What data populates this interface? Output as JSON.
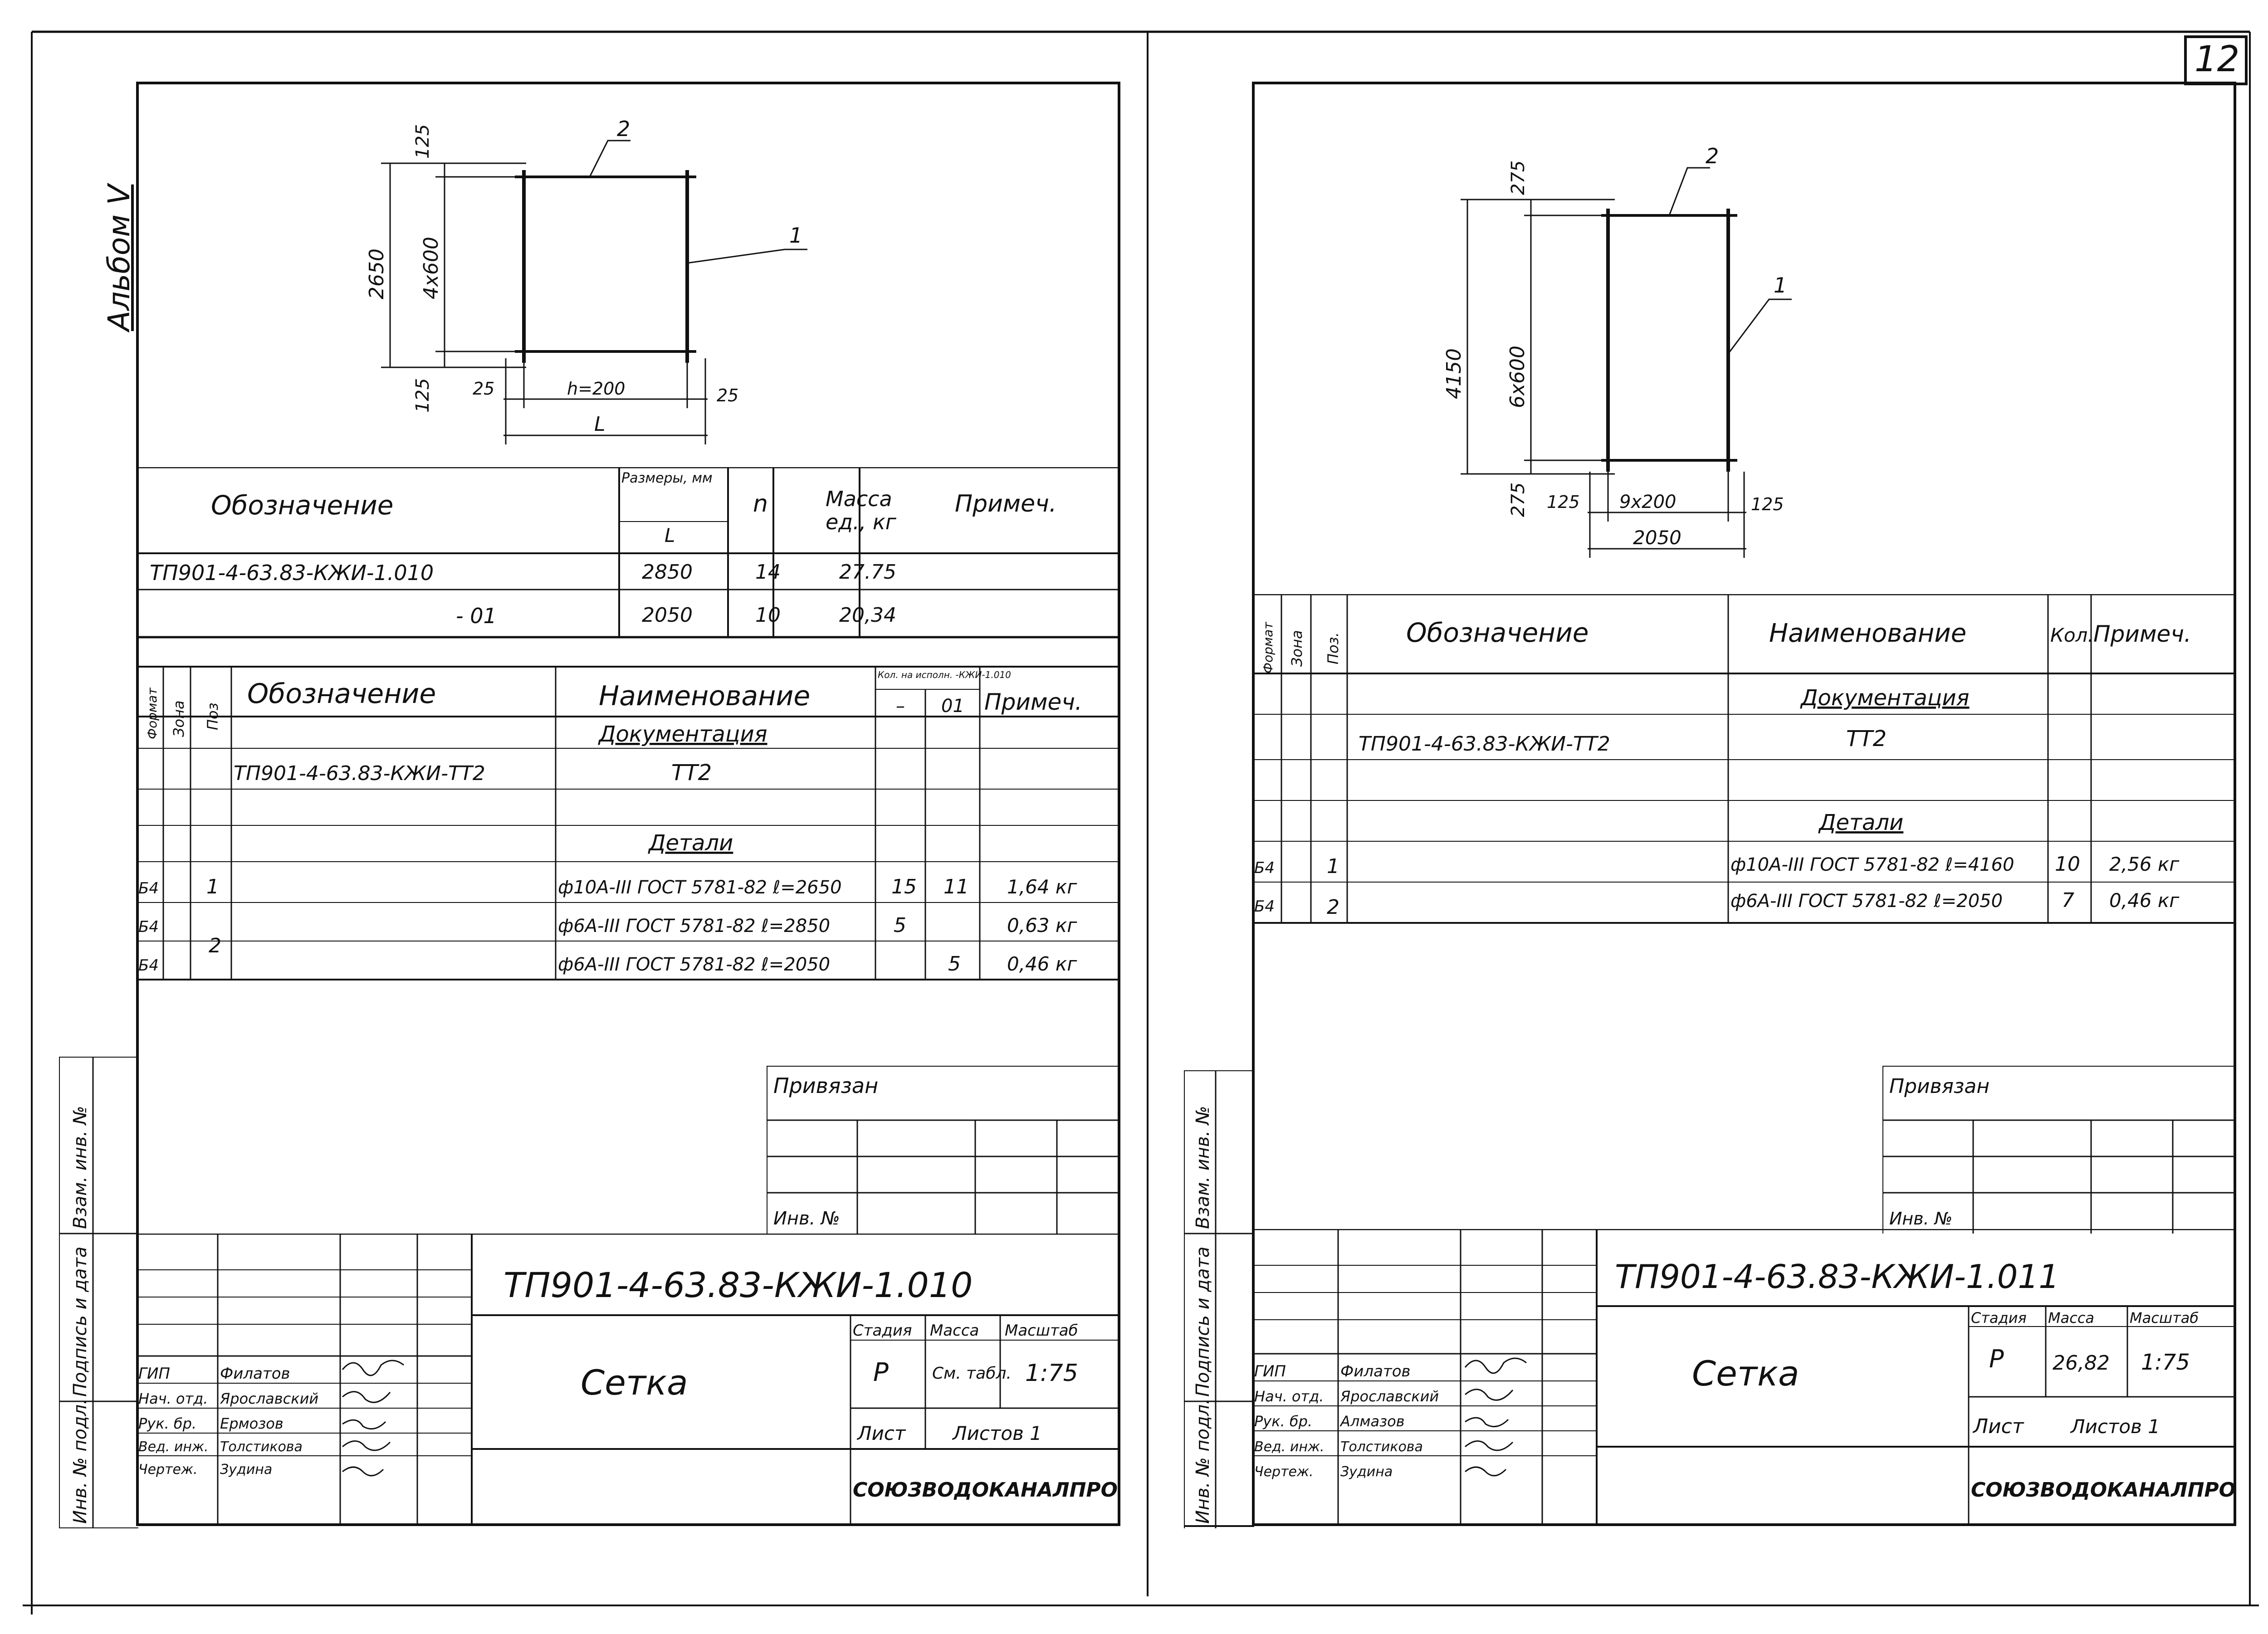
{
  "sheet_number": "12",
  "left": {
    "album_label": "Альбом V",
    "drawing": {
      "dim_top": "125",
      "dim_height": "2650",
      "dim_inner": "4х600",
      "dim_bottom": "125",
      "dim_left": "25",
      "dim_span": "h=200",
      "dim_right": "25",
      "dim_total": "L",
      "callout_1": "1",
      "callout_2": "2"
    },
    "mass_table": {
      "headers": {
        "designation": "Обозначение",
        "size": "Размеры, мм",
        "size_sub": "L",
        "n": "n",
        "mass": "Масса ед., кг",
        "note": "Примеч."
      },
      "rows": [
        {
          "designation": "ТП901-4-63.83-КЖИ-1.010",
          "L": "2850",
          "n": "14",
          "mass": "27.75",
          "note": ""
        },
        {
          "designation": "- 01",
          "L": "2050",
          "n": "10",
          "mass": "20,34",
          "note": ""
        }
      ]
    },
    "spec_table": {
      "headers": {
        "format": "Формат",
        "zone": "Зона",
        "pos": "Поз",
        "designation": "Обозначение",
        "name": "Наименование",
        "qty": "Кол. на исполн. -КЖИ-1.010",
        "qty_a": "–",
        "qty_b": "01",
        "note": "Примеч."
      },
      "section_docs": "Документация",
      "doc_row": {
        "designation": "ТП901-4-63.83-КЖИ-ТТ2",
        "name": "ТТ2"
      },
      "section_parts": "Детали",
      "rows": [
        {
          "format": "Б4",
          "pos": "1",
          "name": "ф10А-III ГОСТ 5781-82 ℓ=2650",
          "qty_a": "15",
          "qty_b": "11",
          "note": "1,64 кг"
        },
        {
          "format": "Б4",
          "pos": "2",
          "name": "ф6А-III ГОСТ 5781-82 ℓ=2850",
          "qty_a": "5",
          "qty_b": "",
          "note": "0,63 кг"
        },
        {
          "format": "Б4",
          "pos": "",
          "name": "ф6А-III ГОСТ 5781-82 ℓ=2050",
          "qty_a": "",
          "qty_b": "5",
          "note": "0,46 кг"
        }
      ]
    },
    "privyazan": "Привязан",
    "inv_no": "Инв. №",
    "side_labels": [
      "Инв. № подл.",
      "Подпись и дата",
      "Взам. инв. №"
    ],
    "title_block": {
      "code": "ТП901-4-63.83-КЖИ-1.010",
      "name": "Сетка",
      "stage_label": "Стадия",
      "mass_label": "Масса",
      "scale_label": "Масштаб",
      "stage": "Р",
      "mass": "См. табл.",
      "scale": "1:75",
      "sheet_label": "Лист",
      "sheets_label": "Листов 1",
      "org": "СОЮЗВОДОКАНАЛПРОЕКТ",
      "roles": [
        {
          "role": "ГИП",
          "name": "Филатов"
        },
        {
          "role": "Нач. отд.",
          "name": "Ярославский"
        },
        {
          "role": "Рук. бр.",
          "name": "Ермозов"
        },
        {
          "role": "Вед. инж.",
          "name": "Толстикова"
        },
        {
          "role": "Чертеж.",
          "name": "Зудина"
        }
      ]
    }
  },
  "right": {
    "drawing": {
      "dim_top": "275",
      "dim_height": "4150",
      "dim_inner": "6х600",
      "dim_bottom": "275",
      "dim_left": "125",
      "dim_span": "9х200",
      "dim_right": "125",
      "dim_total": "2050",
      "callout_1": "1",
      "callout_2": "2"
    },
    "spec_table": {
      "headers": {
        "format": "Формат",
        "zone": "Зона",
        "pos": "Поз.",
        "designation": "Обозначение",
        "name": "Наименование",
        "qty": "Кол.",
        "note": "Примеч."
      },
      "section_docs": "Документация",
      "doc_row": {
        "designation": "ТП901-4-63.83-КЖИ-ТТ2",
        "name": "ТТ2"
      },
      "section_parts": "Детали",
      "rows": [
        {
          "format": "Б4",
          "pos": "1",
          "name": "ф10А-III ГОСТ 5781-82 ℓ=4160",
          "qty": "10",
          "note": "2,56 кг"
        },
        {
          "format": "Б4",
          "pos": "2",
          "name": "ф6А-III ГОСТ 5781-82 ℓ=2050",
          "qty": "7",
          "note": "0,46 кг"
        }
      ]
    },
    "privyazan": "Привязан",
    "inv_no": "Инв. №",
    "side_labels": [
      "Инв. № подл.",
      "Подпись и дата",
      "Взам. инв. №"
    ],
    "title_block": {
      "code": "ТП901-4-63.83-КЖИ-1.011",
      "name": "Сетка",
      "stage_label": "Стадия",
      "mass_label": "Масса",
      "scale_label": "Масштаб",
      "stage": "Р",
      "mass": "26,82",
      "scale": "1:75",
      "sheet_label": "Лист",
      "sheets_label": "Листов 1",
      "org": "СОЮЗВОДОКАНАЛПРОЕКТ",
      "roles": [
        {
          "role": "ГИП",
          "name": "Филатов"
        },
        {
          "role": "Нач. отд.",
          "name": "Ярославский"
        },
        {
          "role": "Рук. бр.",
          "name": "Алмазов"
        },
        {
          "role": "Вед. инж.",
          "name": "Толстикова"
        },
        {
          "role": "Чертеж.",
          "name": "Зудина"
        }
      ]
    }
  }
}
